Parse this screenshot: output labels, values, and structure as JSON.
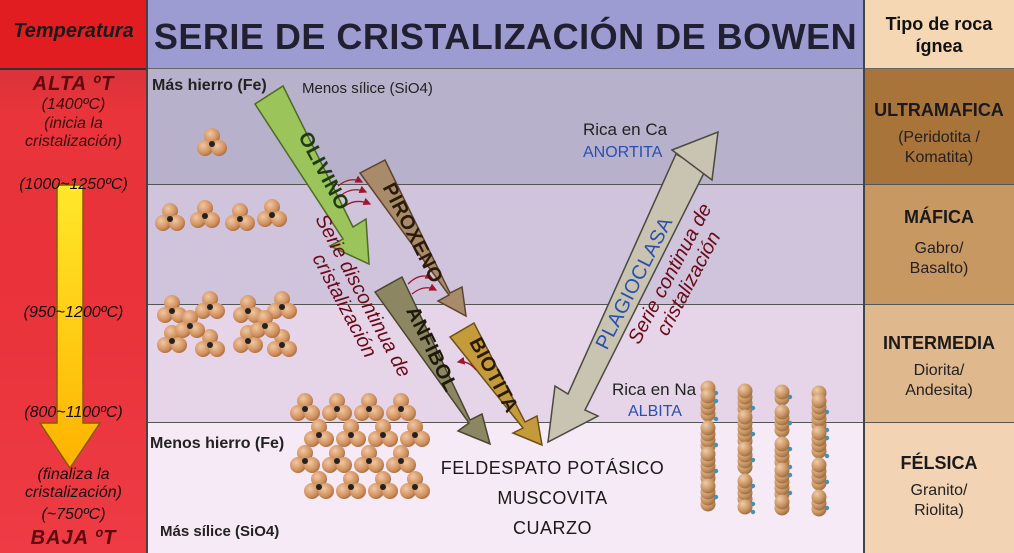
{
  "temperature_column": {
    "header": "Temperatura",
    "high": "ALTA ºT",
    "start_temp": "(1400ºC)",
    "start_note_1": "(inicia la",
    "start_note_2": "cristalización)",
    "temp_1": "(1000~1250ºC)",
    "temp_2": "(950~1200ºC)",
    "temp_3": "(800~1100ºC)",
    "end_note_1": "(finaliza la",
    "end_note_2": "cristalización)",
    "end_temp": "(~750ºC)",
    "low": "BAJA ºT"
  },
  "title": "SERIE DE CRISTALIZACIÓN DE BOWEN",
  "rock_column": {
    "header_1": "Tipo de roca",
    "header_2": "ígnea",
    "rows": [
      {
        "name": "ULTRAMAFICA",
        "examples_1": "(Peridotita /",
        "examples_2": "Komatita)"
      },
      {
        "name": "MÁFICA",
        "examples_1": "Gabro/",
        "examples_2": "Basalto)"
      },
      {
        "name": "INTERMEDIA",
        "examples_1": "Diorita/",
        "examples_2": "Andesita)"
      },
      {
        "name": "FÉLSICA",
        "examples_1": "Granito/",
        "examples_2": "Riolita)"
      }
    ]
  },
  "labels": {
    "mas_hierro": "Más hierro (Fe)",
    "menos_silice": "Menos sílice (SiO4)",
    "menos_hierro": "Menos hierro (Fe)",
    "mas_silice": "Más sílice (SiO4)",
    "rica_ca": "Rica en Ca",
    "anortita": "ANORTITA",
    "rica_na": "Rica en Na",
    "albita": "ALBITA",
    "serie_disc_1": "Serie discontinua de",
    "serie_disc_2": "cristalización",
    "serie_cont_1": "Serie continua de",
    "serie_cont_2": "cristalización"
  },
  "minerals": {
    "olivino": "OLIVINO",
    "piroxeno": "PIROXENO",
    "anfibol": "ANFIBOL",
    "biotita": "BIOTITA",
    "plagioclasa": "PLAGIOCLASA",
    "feldespato": "FELDESPATO POTÁSICO",
    "muscovita": "MUSCOVITA",
    "cuarzo": "CUARZO"
  },
  "colors": {
    "olivino": "#9bc45a",
    "piroxeno": "#a98b6a",
    "anfibol": "#8d8662",
    "biotita": "#c59a3a",
    "plagioclasa": "#c9c4b1",
    "temperature_bg": "#e8343a",
    "title_bg": "#9c9bd2",
    "rock_ultramafic": "#a8743a"
  }
}
